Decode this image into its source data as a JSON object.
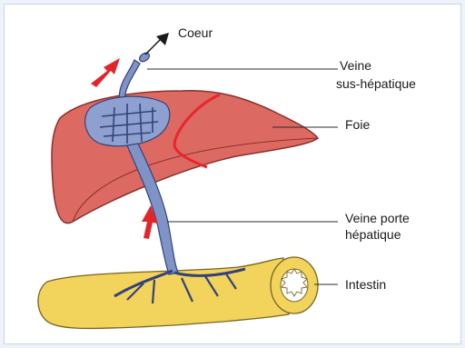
{
  "labels": {
    "coeur": "Coeur",
    "veine_sus_line1": "Veine",
    "veine_sus_line2": "sus-hépatique",
    "foie": "Foie",
    "veine_porte_line1": "Veine porte",
    "veine_porte_line2": "hépatique",
    "intestin": "Intestin"
  },
  "colors": {
    "liver": "#dc6a63",
    "liver_stroke": "#8c2f2a",
    "vein": "#7f93c6",
    "vein_stroke": "#33427a",
    "intestine": "#f2d35b",
    "intestine_stroke": "#7a6420",
    "flow_arrow": "#e1262b",
    "leader_line": "#2b2b2b"
  }
}
